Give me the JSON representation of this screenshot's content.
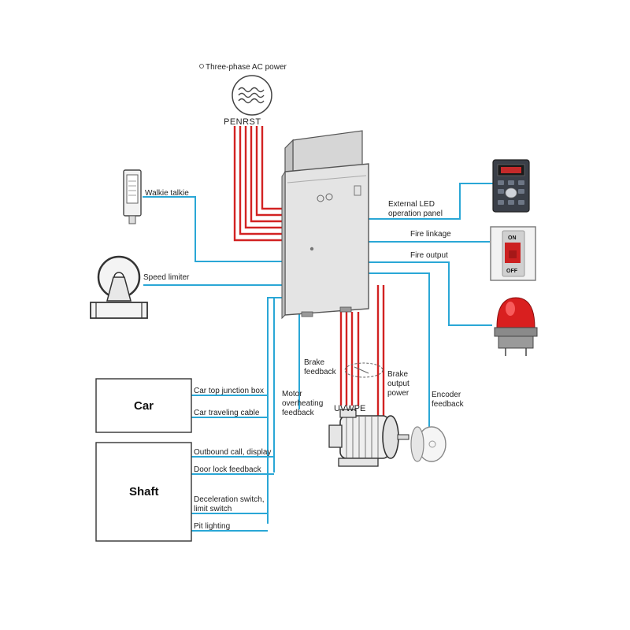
{
  "power": {
    "label": "Three-phase AC power",
    "terminals": "PENRST"
  },
  "left_devices": {
    "walkie_talkie": "Walkie talkie",
    "speed_limiter": "Speed limiter"
  },
  "right_devices": {
    "led_panel_line1": "External LED",
    "led_panel_line2": "operation panel",
    "fire_linkage": "Fire linkage",
    "fire_output": "Fire output",
    "switch_on": "ON",
    "switch_off": "OFF"
  },
  "bottom_labels": {
    "brake_feedback_1": "Brake",
    "brake_feedback_2": "feedback",
    "brake_output_1": "Brake",
    "brake_output_2": "output",
    "brake_output_3": "power",
    "motor_overheat_1": "Motor",
    "motor_overheat_2": "overheating",
    "motor_overheat_3": "feedback",
    "motor_terminals": "UVWPE",
    "encoder_1": "Encoder",
    "encoder_2": "feedback"
  },
  "car_box": {
    "title": "Car",
    "items": [
      "Car top junction box",
      "Car traveling cable"
    ]
  },
  "shaft_box": {
    "title": "Shaft",
    "items": [
      "Outbound call, display",
      "Door lock feedback",
      "Deceleration switch,",
      "limit switch",
      "Pit lighting"
    ]
  },
  "colors": {
    "signal_line": "#2aa7d6",
    "power_line": "#d22222",
    "cabinet": "#e4e4e4"
  }
}
